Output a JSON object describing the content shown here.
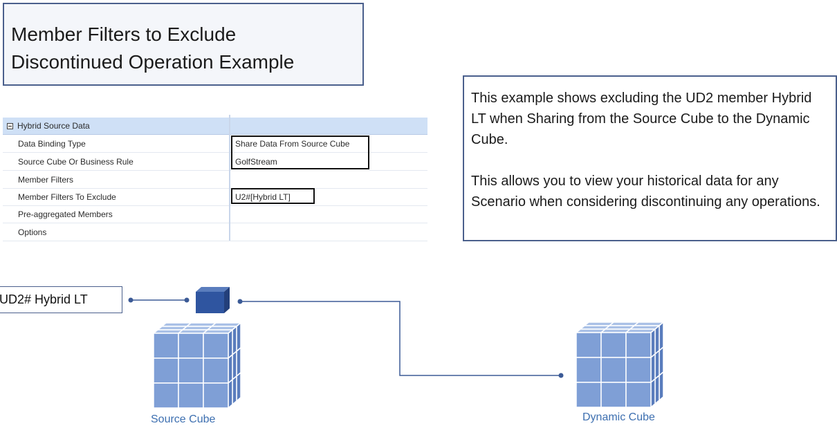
{
  "title": {
    "line1": "Member Filters to Exclude",
    "line2": "Discontinued Operation Example"
  },
  "note": {
    "paragraph1": "This example shows excluding the UD2 member Hybrid LT when Sharing from the Source Cube to the Dynamic Cube.",
    "paragraph2": "This allows you to view your historical data for any Scenario when considering discontinuing any operations."
  },
  "properties": {
    "group_label": "Hybrid Source Data",
    "rows": [
      {
        "label": "Data Binding Type",
        "value": "Share Data From Source Cube"
      },
      {
        "label": "Source Cube Or Business Rule",
        "value": "GolfStream"
      },
      {
        "label": "Member Filters",
        "value": ""
      },
      {
        "label": "Member Filters To Exclude",
        "value": "U2#[Hybrid LT]"
      },
      {
        "label": "Pre-aggregated Members",
        "value": ""
      },
      {
        "label": "Options",
        "value": ""
      }
    ]
  },
  "diagram": {
    "member_label": "UD2# Hybrid LT",
    "source_caption": "Source Cube",
    "target_caption": "Dynamic Cube"
  },
  "colors": {
    "cube_front": "#7f9fd6",
    "cube_top": "#a9c0e6",
    "cube_side": "#5a7dbd",
    "cube_edge": "#ffffff",
    "small_cube": "#2f55a0",
    "connector": "#3b5a96",
    "caption": "#3d6fb0",
    "border": "#4a5f8c",
    "group_header": "#cfe0f6"
  }
}
